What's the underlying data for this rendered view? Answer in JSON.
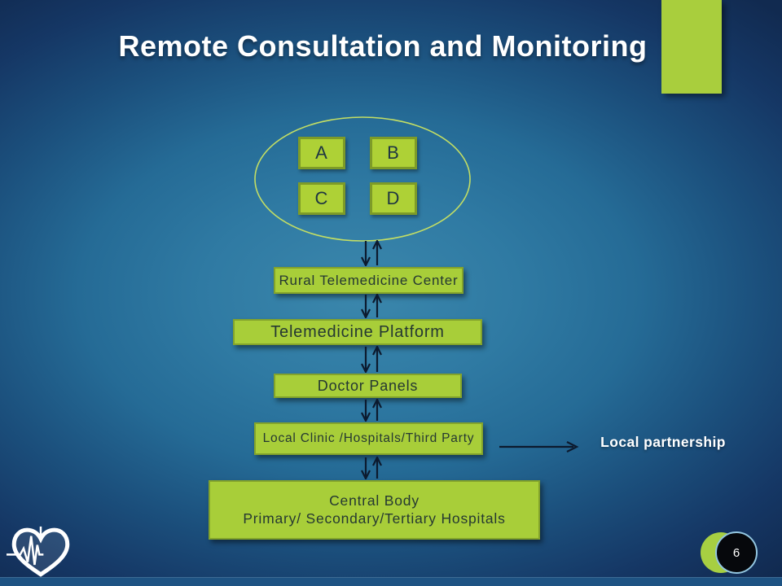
{
  "slide": {
    "title": "Remote Consultation and Monitoring",
    "accent_color": "#a9ce3d",
    "background_center_color": "#3b87ac",
    "background_edge_color": "#112a50"
  },
  "cluster": {
    "nodes": [
      {
        "label": "A"
      },
      {
        "label": "B"
      },
      {
        "label": "C"
      },
      {
        "label": "D"
      }
    ],
    "ellipse_stroke_color": "#c3de64"
  },
  "flow": {
    "nodes": [
      {
        "label": "Rural Telemedicine Center"
      },
      {
        "label": "Telemedicine Platform"
      },
      {
        "label": "Doctor Panels"
      },
      {
        "label": "Local Clinic /Hospitals/Third Party"
      },
      {
        "label": "Central Body",
        "label2": "Primary/ Secondary/Tertiary Hospitals"
      }
    ],
    "partnership_label": "Local partnership",
    "node_fill_color": "#a8ce39",
    "node_border_color": "#83a32b",
    "arrow_color": "#0c1a2e"
  },
  "footer": {
    "page_number": "6",
    "logo_icon": "heart-ekg-icon",
    "badge_green_color": "#a7cf42",
    "badge_ring_color": "#93c6e0"
  }
}
